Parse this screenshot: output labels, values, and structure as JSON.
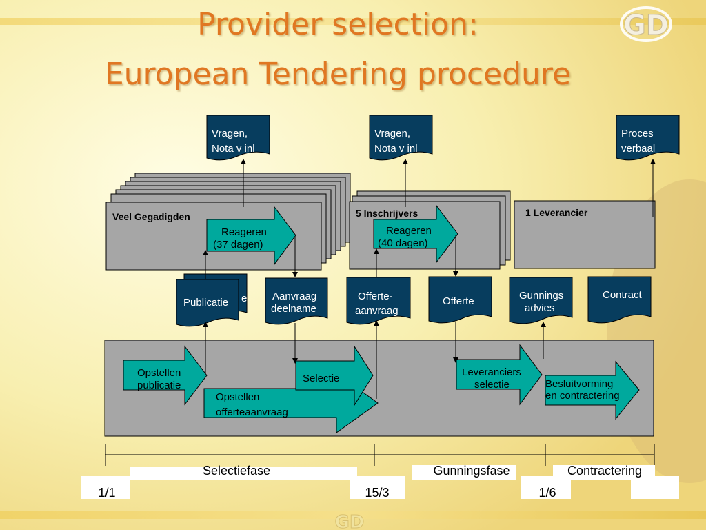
{
  "title": {
    "line1": "Provider selection:",
    "line2": "European Tendering procedure"
  },
  "logo": {
    "text": "GD",
    "footer_text": "GD"
  },
  "top_documents": {
    "vragen_1": [
      "Vragen,",
      "Nota v inl"
    ],
    "vragen_2": [
      "Vragen,",
      "Nota v inl"
    ],
    "proces_verbaal": [
      "Proces",
      "verbaal"
    ]
  },
  "stacks": {
    "veel_gegadigden": "Veel Gegadigden",
    "inschrijvers": "5 Inschrijvers",
    "leverancier": "1 Leverancier"
  },
  "arrows": {
    "reageren_1": [
      "Reageren",
      "(37 dagen)"
    ],
    "reageren_2": [
      "Reageren",
      "(40 dagen)"
    ],
    "opstellen_publicatie": [
      "Opstellen",
      "publicatie"
    ],
    "selectie": "Selectie",
    "opstellen_offerteaanvraag": [
      "Opstellen",
      "offerteaanvraag"
    ],
    "leveranciers_selectie": [
      "Leveranciers",
      "selectie"
    ],
    "besluitvorming": [
      "Besluitvorming",
      "en contractering"
    ]
  },
  "documents": {
    "publicatie_back": "e",
    "publicatie": "Publicatie",
    "aanvraag": [
      "Aanvraag",
      "deelname"
    ],
    "offerte_aanvraag": [
      "Offerte-",
      "aanvraag"
    ],
    "offerte": "Offerte",
    "gunnings_advies": [
      "Gunnings",
      "advies"
    ],
    "contract": "Contract"
  },
  "phases": [
    "Selectiefase",
    "Gunningsfase",
    "Contractering"
  ],
  "dates": [
    "1/1",
    "15/3",
    "1/6"
  ],
  "colors": {
    "doc_fill": "#073d5e",
    "arrow_fill": "#00a99d",
    "box_fill": "#a6a6a6",
    "title": "#e07722"
  }
}
